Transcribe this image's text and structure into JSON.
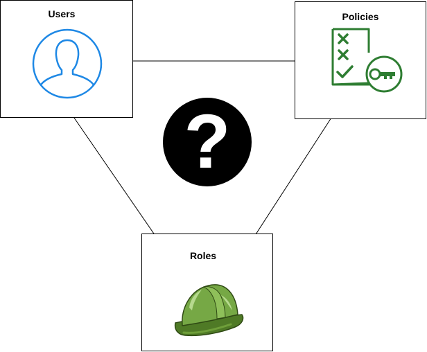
{
  "nodes": {
    "users": {
      "label": "Users",
      "icon": "user-icon",
      "color": "#1e88e5"
    },
    "policies": {
      "label": "Policies",
      "icon": "policy-checklist-key-icon",
      "color": "#2e7d32"
    },
    "roles": {
      "label": "Roles",
      "icon": "hard-hat-icon",
      "color": "#6f9f3a"
    }
  },
  "center": {
    "mark": "?",
    "icon": "question-mark-icon"
  },
  "edges": [
    {
      "from": "policies",
      "to": "users"
    },
    {
      "from": "users",
      "to": "roles"
    },
    {
      "from": "roles",
      "to": "policies"
    }
  ]
}
